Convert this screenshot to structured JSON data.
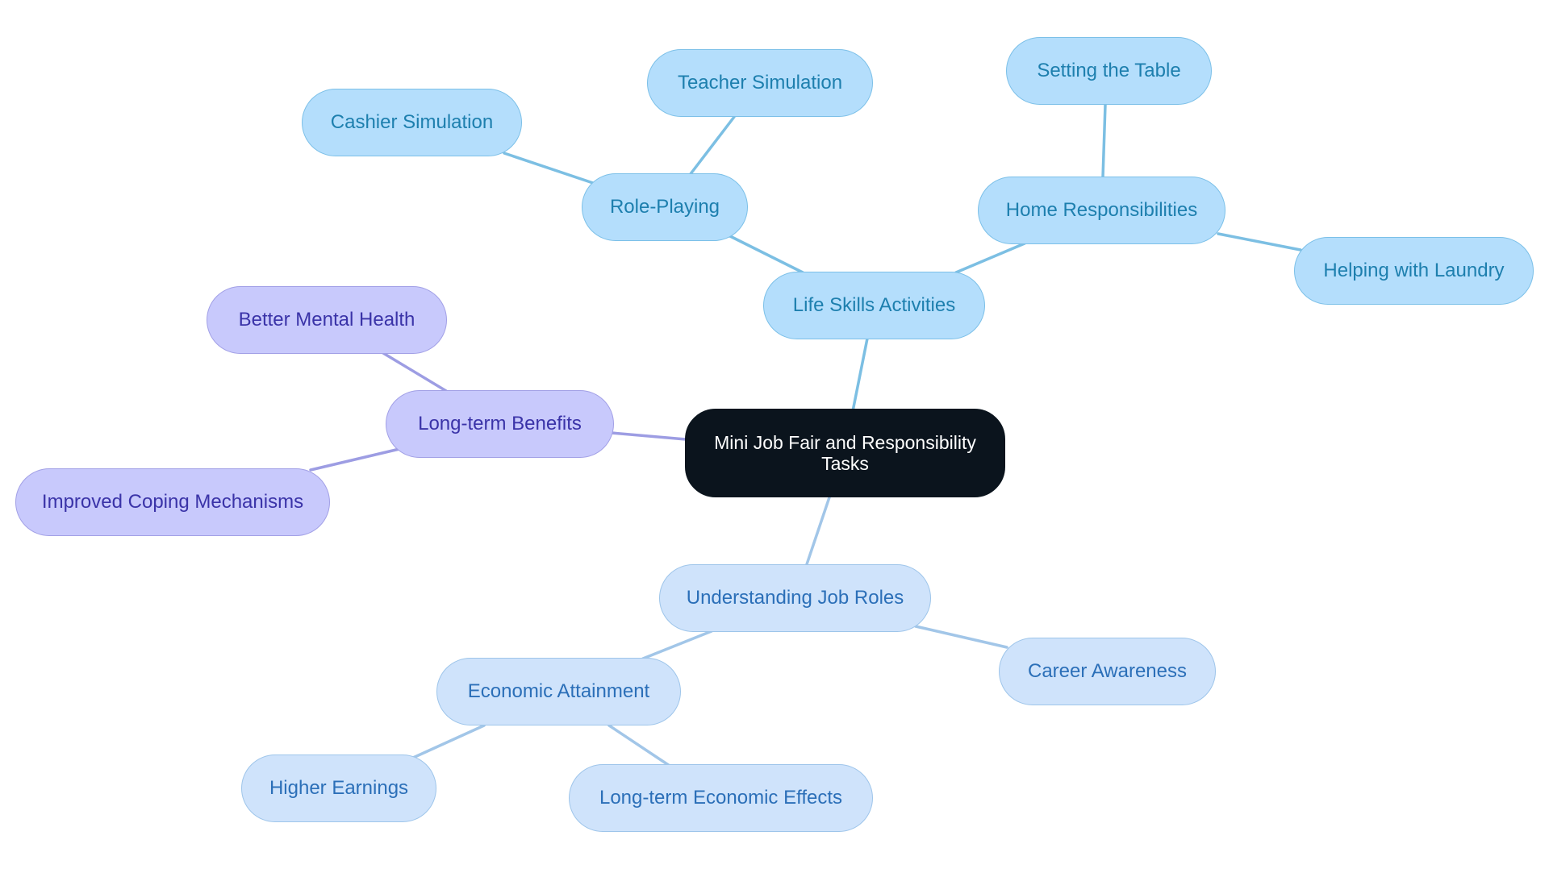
{
  "colors": {
    "root_bg": "#0b141d",
    "blue_branch": "#b4defc",
    "blue_edge": "#7cbfe3",
    "purple_branch": "#c8c9fc",
    "purple_edge": "#9d9de3",
    "light_branch": "#cfe3fb",
    "light_edge": "#a2c6e8"
  },
  "root": {
    "label": "Mini Job Fair and Responsibility Tasks"
  },
  "life_skills": {
    "label": "Life Skills Activities",
    "role_playing": {
      "label": "Role-Playing",
      "children": [
        "Cashier Simulation",
        "Teacher Simulation"
      ]
    },
    "home_responsibilities": {
      "label": "Home Responsibilities",
      "children": [
        "Setting the Table",
        "Helping with Laundry"
      ]
    }
  },
  "long_term_benefits": {
    "label": "Long-term Benefits",
    "children": [
      "Better Mental Health",
      "Improved Coping Mechanisms"
    ]
  },
  "job_roles": {
    "label": "Understanding Job Roles",
    "career_awareness": "Career Awareness",
    "economic_attainment": {
      "label": "Economic Attainment",
      "children": [
        "Higher Earnings",
        "Long-term Economic Effects"
      ]
    }
  }
}
